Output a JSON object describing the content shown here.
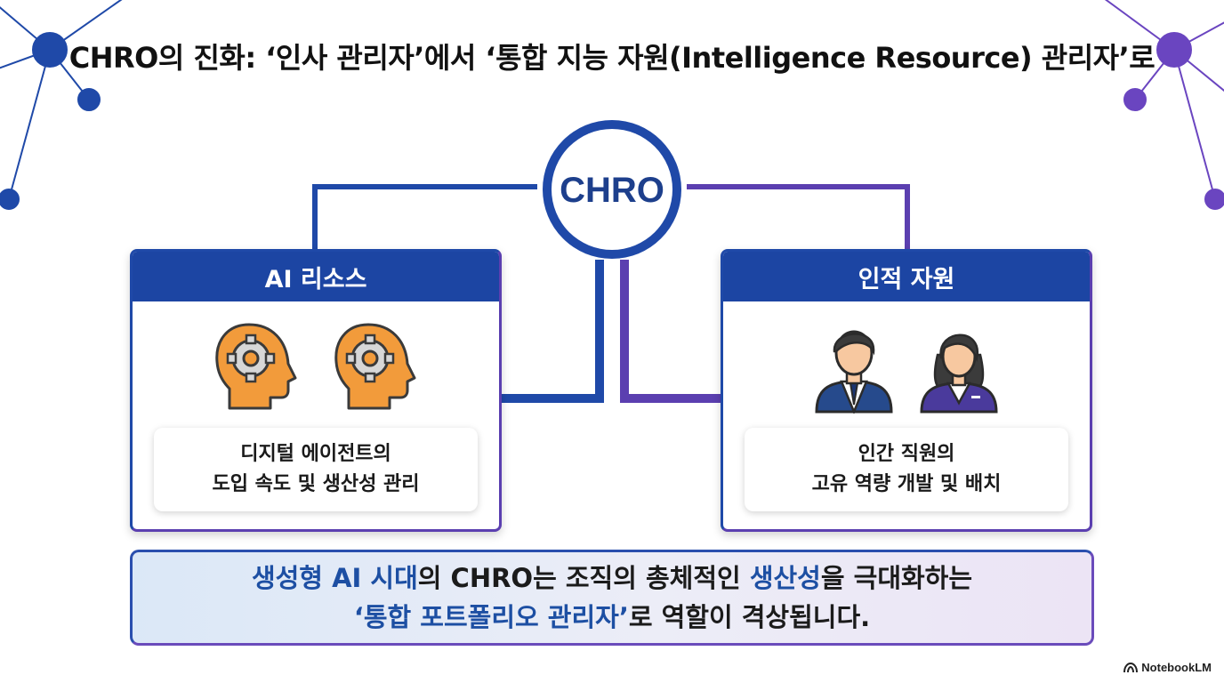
{
  "title": "CHRO의 진화: ‘인사 관리자’에서 ‘통합 지능 자원(Intelligence Resource) 관리자’로",
  "hub": {
    "label": "CHRO"
  },
  "left_card": {
    "header": "AI 리소스",
    "icon": "head-gear-icon",
    "desc_line1": "디지털 에이전트의",
    "desc_line2": "도입 속도 및 생산성 관리"
  },
  "right_card": {
    "header": "인적 자원",
    "icon": "person-icon",
    "desc_line1": "인간 직원의",
    "desc_line2": "고유 역량 개발 및 배치"
  },
  "summary": {
    "l1_a": "생성형 AI 시대",
    "l1_b": "의 CHRO는 조직의 총체적인 ",
    "l1_c": "생산성",
    "l1_d": "을 극대화하는",
    "l2_a": "‘통합 포트폴리오 관리자’",
    "l2_b": "로 역할이 격상됩니다."
  },
  "brand": "NotebookLM",
  "colors": {
    "blue": "#1c45a3",
    "purple": "#5b3fb0",
    "orange": "#f29b3b",
    "highlight": "#1d4fa3"
  }
}
